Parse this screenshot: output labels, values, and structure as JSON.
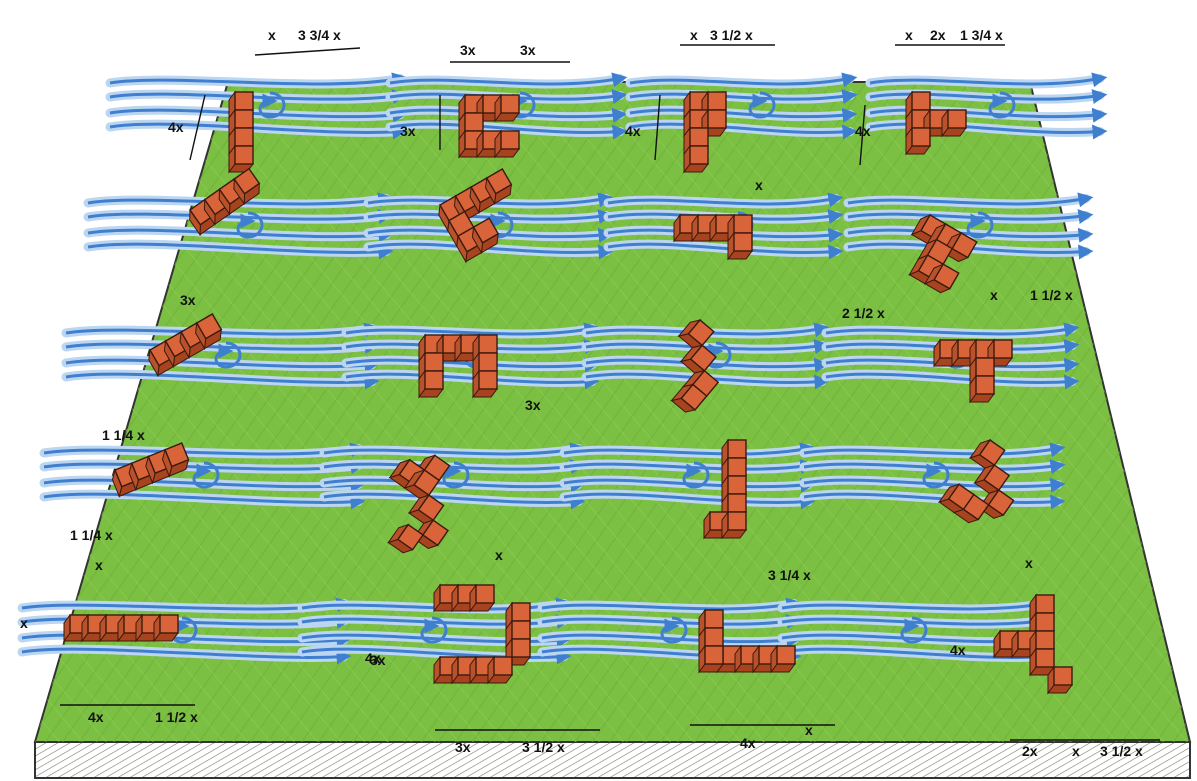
{
  "colors": {
    "ground": "#7cc043",
    "ground_dark": "#5ea22f",
    "ground_edge": "#4f8a2a",
    "block_face": "#d9643a",
    "block_dark": "#a8431f",
    "block_line": "#3a1a0e",
    "flow": "#3f7fd0",
    "flow_light": "#bcd6f2"
  },
  "dimensions": {
    "top": [
      "x",
      "3 3/4 x",
      "3x",
      "3x",
      "x",
      "3 1/2 x",
      "x",
      "2x",
      "1 3/4 x"
    ],
    "left": [
      "4x",
      "3x",
      "4x",
      "4x",
      "3x",
      "1 1/4 x",
      "1 1/4 x",
      "x",
      "x"
    ],
    "inner": [
      "x",
      "2 1/2 x",
      "1 1/2 x",
      "x",
      "3x",
      "x",
      "x",
      "3 1/4 x",
      "4x"
    ],
    "bottom": [
      "4x",
      "1 1/2 x",
      "3x",
      "3 1/2 x",
      "4x",
      "x",
      "2x",
      "x",
      "3 1/2 x",
      "3x",
      "4x"
    ]
  }
}
